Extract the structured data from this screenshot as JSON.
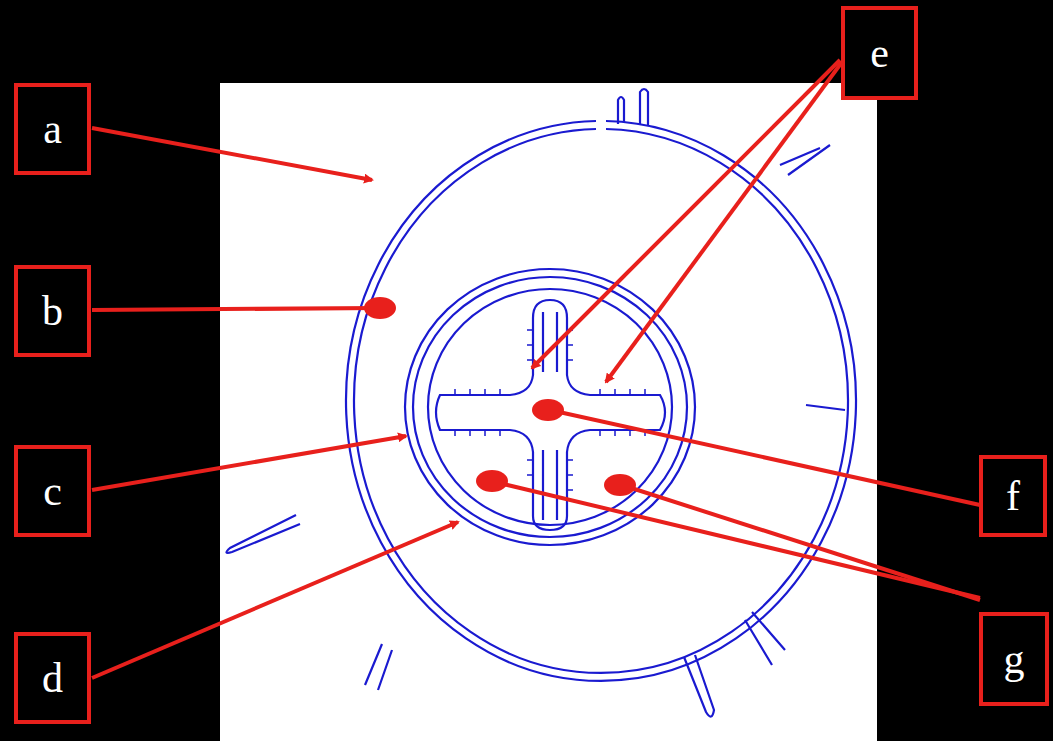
{
  "diagram": {
    "nodes": [
      {
        "text": [
          "a"
        ]
      },
      {
        "text": [
          "b"
        ]
      },
      {
        "text": [
          "c"
        ]
      },
      {
        "text": [
          "d"
        ]
      },
      {
        "text": [
          "e"
        ]
      },
      {
        "text": [
          "f"
        ]
      },
      {
        "text": [
          "g"
        ]
      }
    ]
  }
}
